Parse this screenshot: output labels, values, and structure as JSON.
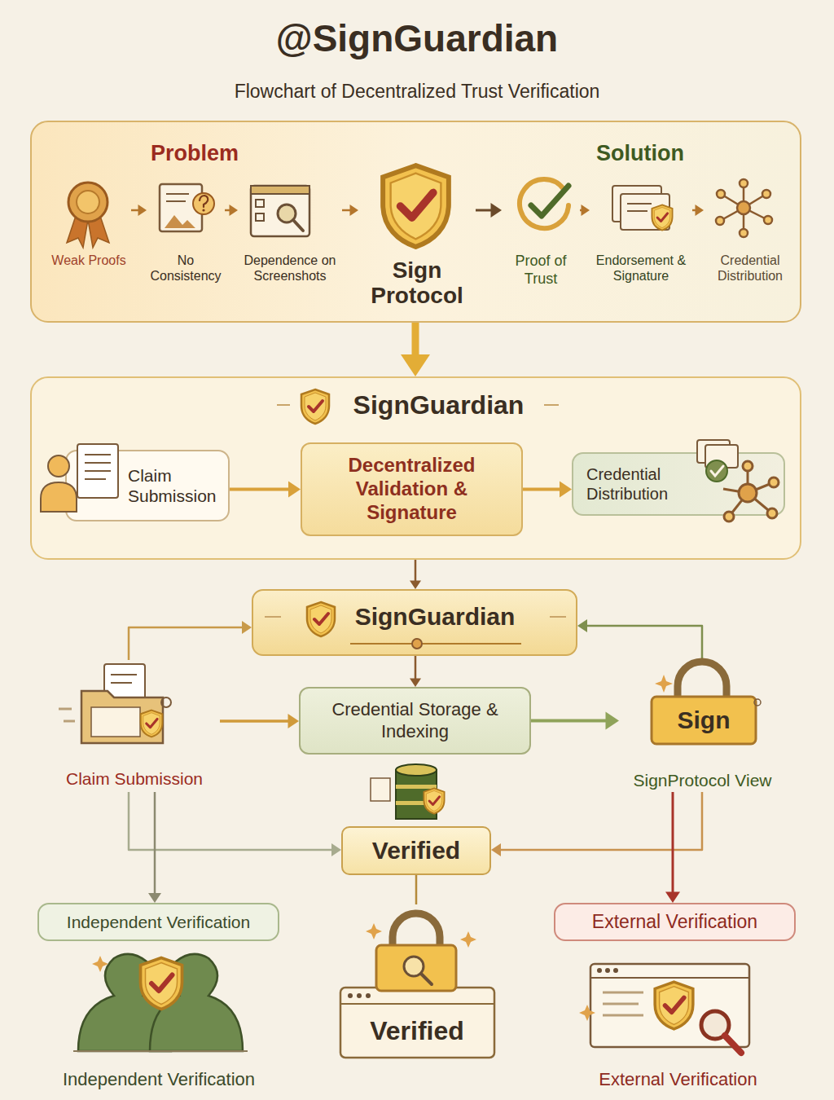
{
  "diagram": {
    "title": "@SignGuardian",
    "nodes": [
      {
        "text": [
          "Problem",
          "Solution"
        ]
      },
      {
        "text": [
          "Weak Proofs"
        ],
        "in": 0
      },
      {
        "text": [
          "No Consistency"
        ],
        "in": 0
      },
      {
        "text": [
          "Dependence on Screenshots"
        ],
        "in": 0
      },
      {
        "text": [
          "Sign Protocol"
        ],
        "in": 0
      },
      {
        "text": [
          "Proof of Trust"
        ],
        "in": 0
      },
      {
        "text": [
          "Endorsement & Signature"
        ],
        "in": 0
      },
      {
        "text": [
          "Credential Distribution"
        ],
        "in": 0
      },
      {
        "text": [
          "SignGuardian"
        ]
      },
      {
        "text": [
          "Claim Submission"
        ],
        "in": 8
      },
      {
        "text": [
          "Decentralized Validation & Signature"
        ],
        "in": 8
      },
      {
        "text": [
          "Credential Distribution"
        ],
        "in": 8
      },
      {
        "text": [
          "SignGuardian"
        ]
      },
      {
        "text": [
          "Claim Submission"
        ]
      },
      {
        "text": [
          "Credential Storage & Indexing"
        ]
      },
      {
        "text": [
          "Sign",
          "SignProtocol View"
        ]
      },
      {
        "text": [
          "Verified"
        ]
      },
      {
        "text": [
          "Independent Verification"
        ]
      },
      {
        "text": [
          "Verified"
        ]
      },
      {
        "text": [
          "External Verification"
        ]
      },
      {
        "text": [
          "Independent Verification"
        ]
      },
      {
        "text": [
          "External Verification"
        ]
      }
    ],
    "edges": [
      {
        "from": 1,
        "to": 2,
        "arrow": "to"
      },
      {
        "from": 2,
        "to": 3,
        "arrow": "to"
      },
      {
        "from": 3,
        "to": 4,
        "arrow": "to"
      },
      {
        "from": 4,
        "to": 5,
        "arrow": "to"
      },
      {
        "from": 5,
        "to": 6,
        "arrow": "to"
      },
      {
        "from": 6,
        "to": 7,
        "arrow": "to"
      },
      {
        "from": 0,
        "to": 8,
        "arrow": "to"
      },
      {
        "from": 9,
        "to": 10,
        "arrow": "to"
      },
      {
        "from": 10,
        "to": 11,
        "arrow": "to"
      },
      {
        "from": 8,
        "to": 12,
        "arrow": "to"
      },
      {
        "from": 13,
        "to": 12,
        "arrow": "to"
      },
      {
        "from": 15,
        "to": 12,
        "arrow": "to"
      },
      {
        "from": 12,
        "to": 14,
        "arrow": "to"
      },
      {
        "from": 13,
        "to": 14,
        "arrow": "to"
      },
      {
        "from": 14,
        "to": 15,
        "arrow": "to"
      },
      {
        "from": 13,
        "to": 16,
        "arrow": "to"
      },
      {
        "from": 13,
        "to": 17,
        "arrow": "to"
      },
      {
        "from": 15,
        "to": 16,
        "arrow": "to"
      },
      {
        "from": 15,
        "to": 19,
        "arrow": "to"
      },
      {
        "from": 16,
        "to": 18,
        "arrow": "none"
      }
    ],
    "labels": [
      "Flowchart of Decentralized Trust Verification"
    ]
  }
}
